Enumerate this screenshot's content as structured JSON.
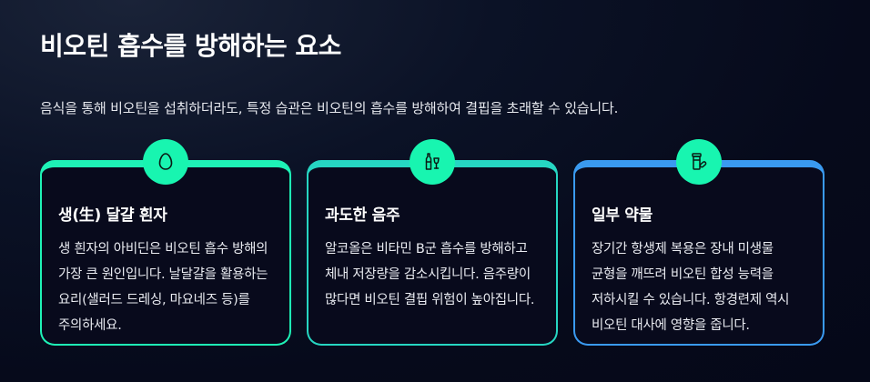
{
  "title": "비오틴 흡수를 방해하는 요소",
  "intro": "음식을 통해 비오틴을 섭취하더라도, 특정 습관은 비오틴의 흡수를 방해하여 결핍을 초래할 수 있습니다.",
  "cards": [
    {
      "icon": "egg-icon",
      "title": "생(生) 달걀 흰자",
      "body": "생 흰자의 아비딘은 비오틴 흡수 방해의 가장 큰 원인입니다. 날달걀을 활용하는 요리(샐러드 드레싱, 마요네즈 등)를 주의하세요.",
      "accent": "#1ef2b6"
    },
    {
      "icon": "alcohol-icon",
      "title": "과도한 음주",
      "body": "알코올은 비타민 B군 흡수를 방해하고 체내 저장량을 감소시킵니다. 음주량이 많다면 비오틴 결핍 위험이 높아집니다.",
      "accent": "#26d6c2"
    },
    {
      "icon": "pill-bottle-icon",
      "title": "일부 약물",
      "body": "장기간 항생제 복용은 장내 미생물 균형을 깨뜨려 비오틴 합성 능력을 저하시킬 수 있습니다. 항경련제 역시 비오틴 대사에 영향을 줍니다.",
      "accent": "#3a9af0"
    }
  ],
  "colors": {
    "badge": "#18f5b0",
    "background": "#060a1b"
  }
}
